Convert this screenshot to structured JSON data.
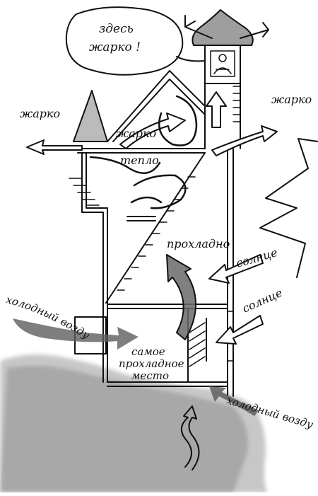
{
  "labels": {
    "bubble": [
      "здесь",
      "жарко !"
    ],
    "hot_left": "жарко",
    "hot_right": "жарко",
    "hot_attic": "жарко",
    "warm": "тепло",
    "cool": "прохладно",
    "sun_top": "солнце",
    "sun_bottom": "солнце",
    "cold_air_left": "холодный воздух",
    "cold_air_right": "холодный воздух",
    "coolest": [
      "самое",
      "прохладное",
      "место"
    ]
  },
  "colors": {
    "ink": "#111111",
    "wash": "#8a8a8a",
    "wash_light": "#c8c8c8",
    "paper": "#ffffff"
  }
}
